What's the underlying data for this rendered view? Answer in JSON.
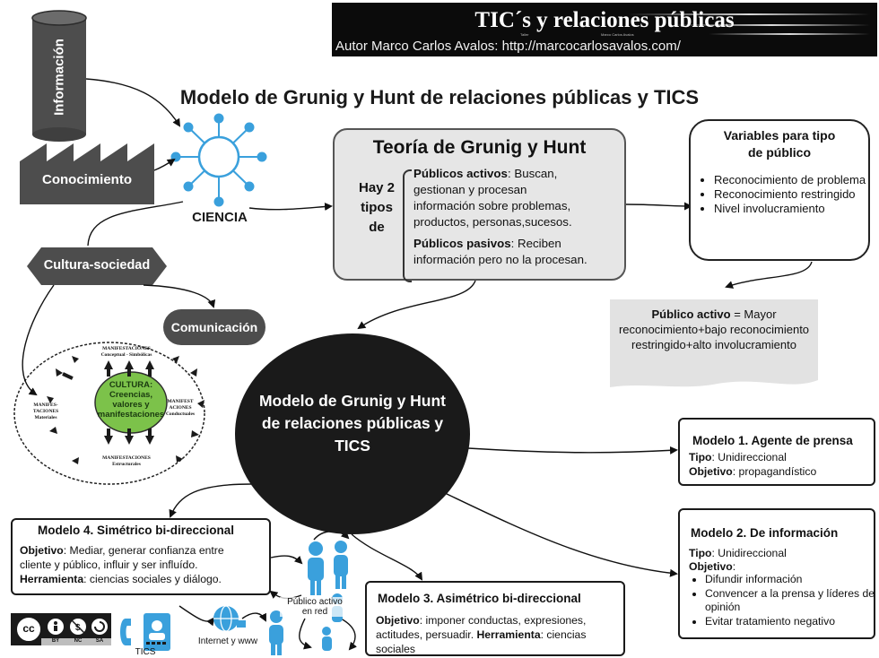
{
  "header": {
    "title": "TIC´s y relaciones públicas",
    "subtitle_small": "Taller",
    "author_small": "Marco Carlos Avalos",
    "author_line": "Autor Marco Carlos Avalos: http://marcocarlosavalos.com/"
  },
  "main_title": "Modelo de Grunig y Hunt de relaciones públicas y TICS",
  "nodes": {
    "informacion": "Información",
    "conocimiento": "Conocimiento",
    "ciencia": "CIENCIA",
    "cultura_sociedad": "Cultura-sociedad",
    "comunicacion": "Comunicación"
  },
  "culture_diagram": {
    "center": [
      "CULTURA:",
      "Creencias,",
      "valores y",
      "manifestaciones"
    ],
    "top": [
      "MANIFESTACIONES",
      "Conceptual - Simbólicas"
    ],
    "left": [
      "MANIFES-",
      "TACIONES",
      "Materiales"
    ],
    "right": [
      "MANIFEST",
      "ACIONES",
      "Conductuales"
    ],
    "bottom": [
      "MANIFESTACIONES",
      "Estructurales"
    ]
  },
  "teoria": {
    "title": "Teoría de Grunig y Hunt",
    "hay_tipos": [
      "Hay 2",
      "tipos",
      "de"
    ],
    "activos_term": "Públicos activos",
    "activos_text": ": Buscan,",
    "activos_lines": [
      "gestionan y procesan",
      "información sobre problemas,",
      "productos, personas,sucesos."
    ],
    "pasivos_term": "Públicos pasivos",
    "pasivos_text": ": Reciben",
    "pasivos_lines": [
      "información pero no la procesan."
    ]
  },
  "variables": {
    "title_lines": [
      "Variables para tipo",
      "de público"
    ],
    "items": [
      "Reconocimiento de problema",
      "Reconocimiento restringido",
      "Nivel involucramiento"
    ]
  },
  "publico_activo": {
    "term": "Público activo",
    "text": " = Mayor reconocimiento+bajo reconocimiento restringido+alto involucramiento"
  },
  "center_circle": [
    "Modelo de Grunig y Hunt",
    "de relaciones públicas y",
    "TICS"
  ],
  "modelo1": {
    "title": "Modelo 1. Agente de prensa",
    "tipo_label": "Tipo",
    "tipo_value": ": Unidireccional",
    "objetivo_label": "Objetivo",
    "objetivo_value": ": propagandístico"
  },
  "modelo2": {
    "title": "Modelo 2. De información",
    "tipo_label": "Tipo",
    "tipo_value": ": Unidireccional",
    "objetivo_label": "Objetivo",
    "objetivo_value": ":",
    "items": [
      "Difundir información",
      "Convencer a la prensa y líderes de opinión",
      "Evitar tratamiento negativo"
    ]
  },
  "modelo3": {
    "title": "Modelo 3. Asimétrico bi-direccional",
    "objetivo_label": "Objetivo",
    "lines": [
      ": imponer conductas, expresiones,",
      "actitudes, persuadir. ",
      "sociales"
    ],
    "herramienta_label": "Herramienta",
    "herramienta_value": ": ciencias"
  },
  "modelo4": {
    "title": "Modelo 4. Simétrico bi-direccional",
    "objetivo_label": "Objetivo",
    "objetivo_line1": ": Mediar, generar confianza entre",
    "objetivo_line2": "cliente y público, influir y ser influído.",
    "herramienta_label": "Herramienta",
    "herramienta_value": ": ciencias sociales y diálogo."
  },
  "bottom_labels": {
    "publico_red": [
      "Público activo",
      "en red"
    ],
    "internet": "Internet y www",
    "tics": "TICS",
    "cc_by": "BY",
    "cc_nc": "NC",
    "cc_sa": "SA",
    "cc": "cc"
  },
  "colors": {
    "dark": "#1a1a1a",
    "gray_node": "#4d4d4d",
    "theory_fill": "#e6e6e6",
    "accent_blue": "#3aa0dc",
    "culture_green": "#7cc24a"
  }
}
